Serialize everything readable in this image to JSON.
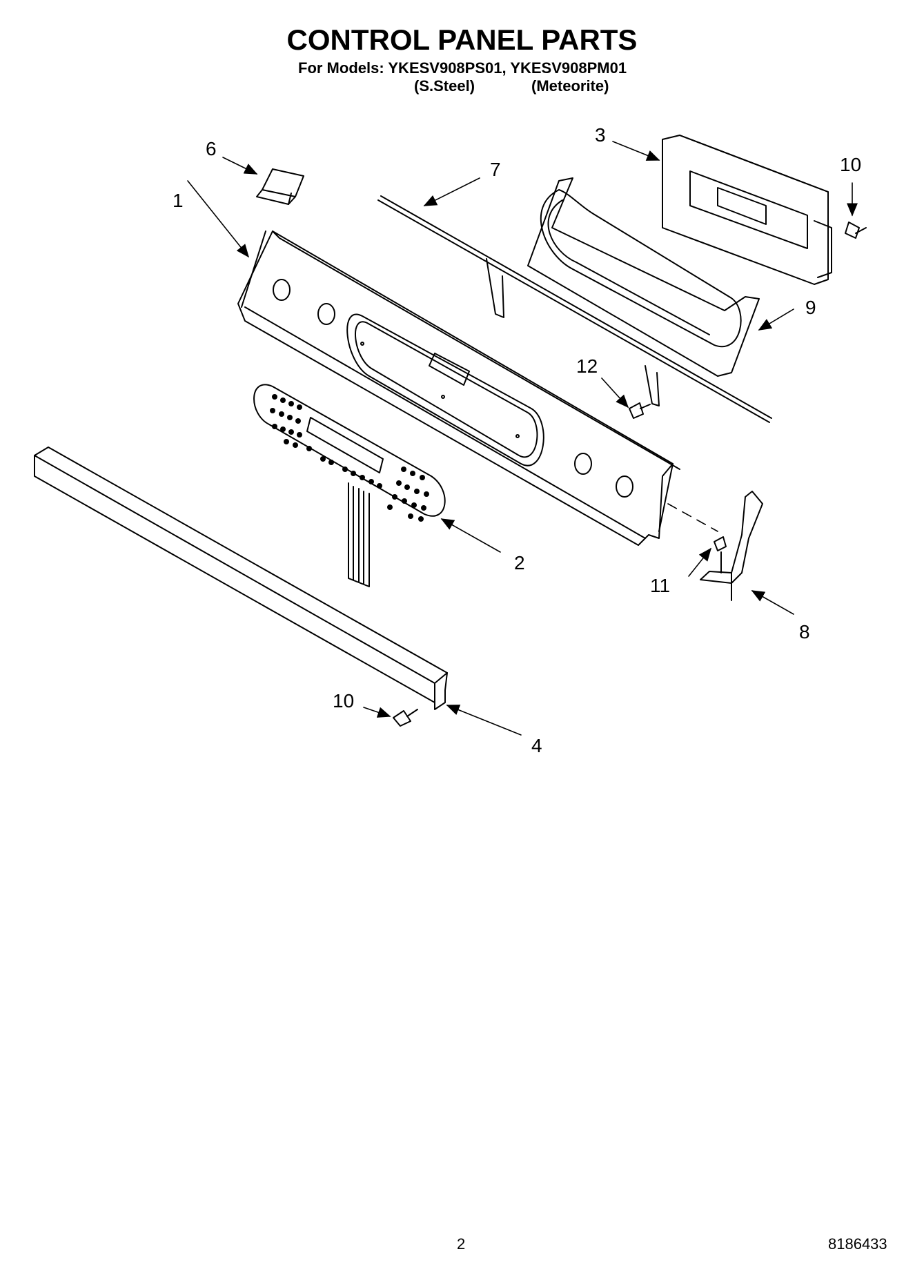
{
  "header": {
    "title": "CONTROL PANEL PARTS",
    "models_line": "For Models: YKESV908PS01, YKESV908PM01",
    "variants": [
      "(S.Steel)",
      "(Meteorite)"
    ]
  },
  "callouts": {
    "c1": "1",
    "c2": "2",
    "c3": "3",
    "c4": "4",
    "c6": "6",
    "c7": "7",
    "c8": "8",
    "c9": "9",
    "c10a": "10",
    "c10b": "10",
    "c11": "11",
    "c12": "12"
  },
  "footer": {
    "page": "2",
    "doc_number": "8186433"
  }
}
